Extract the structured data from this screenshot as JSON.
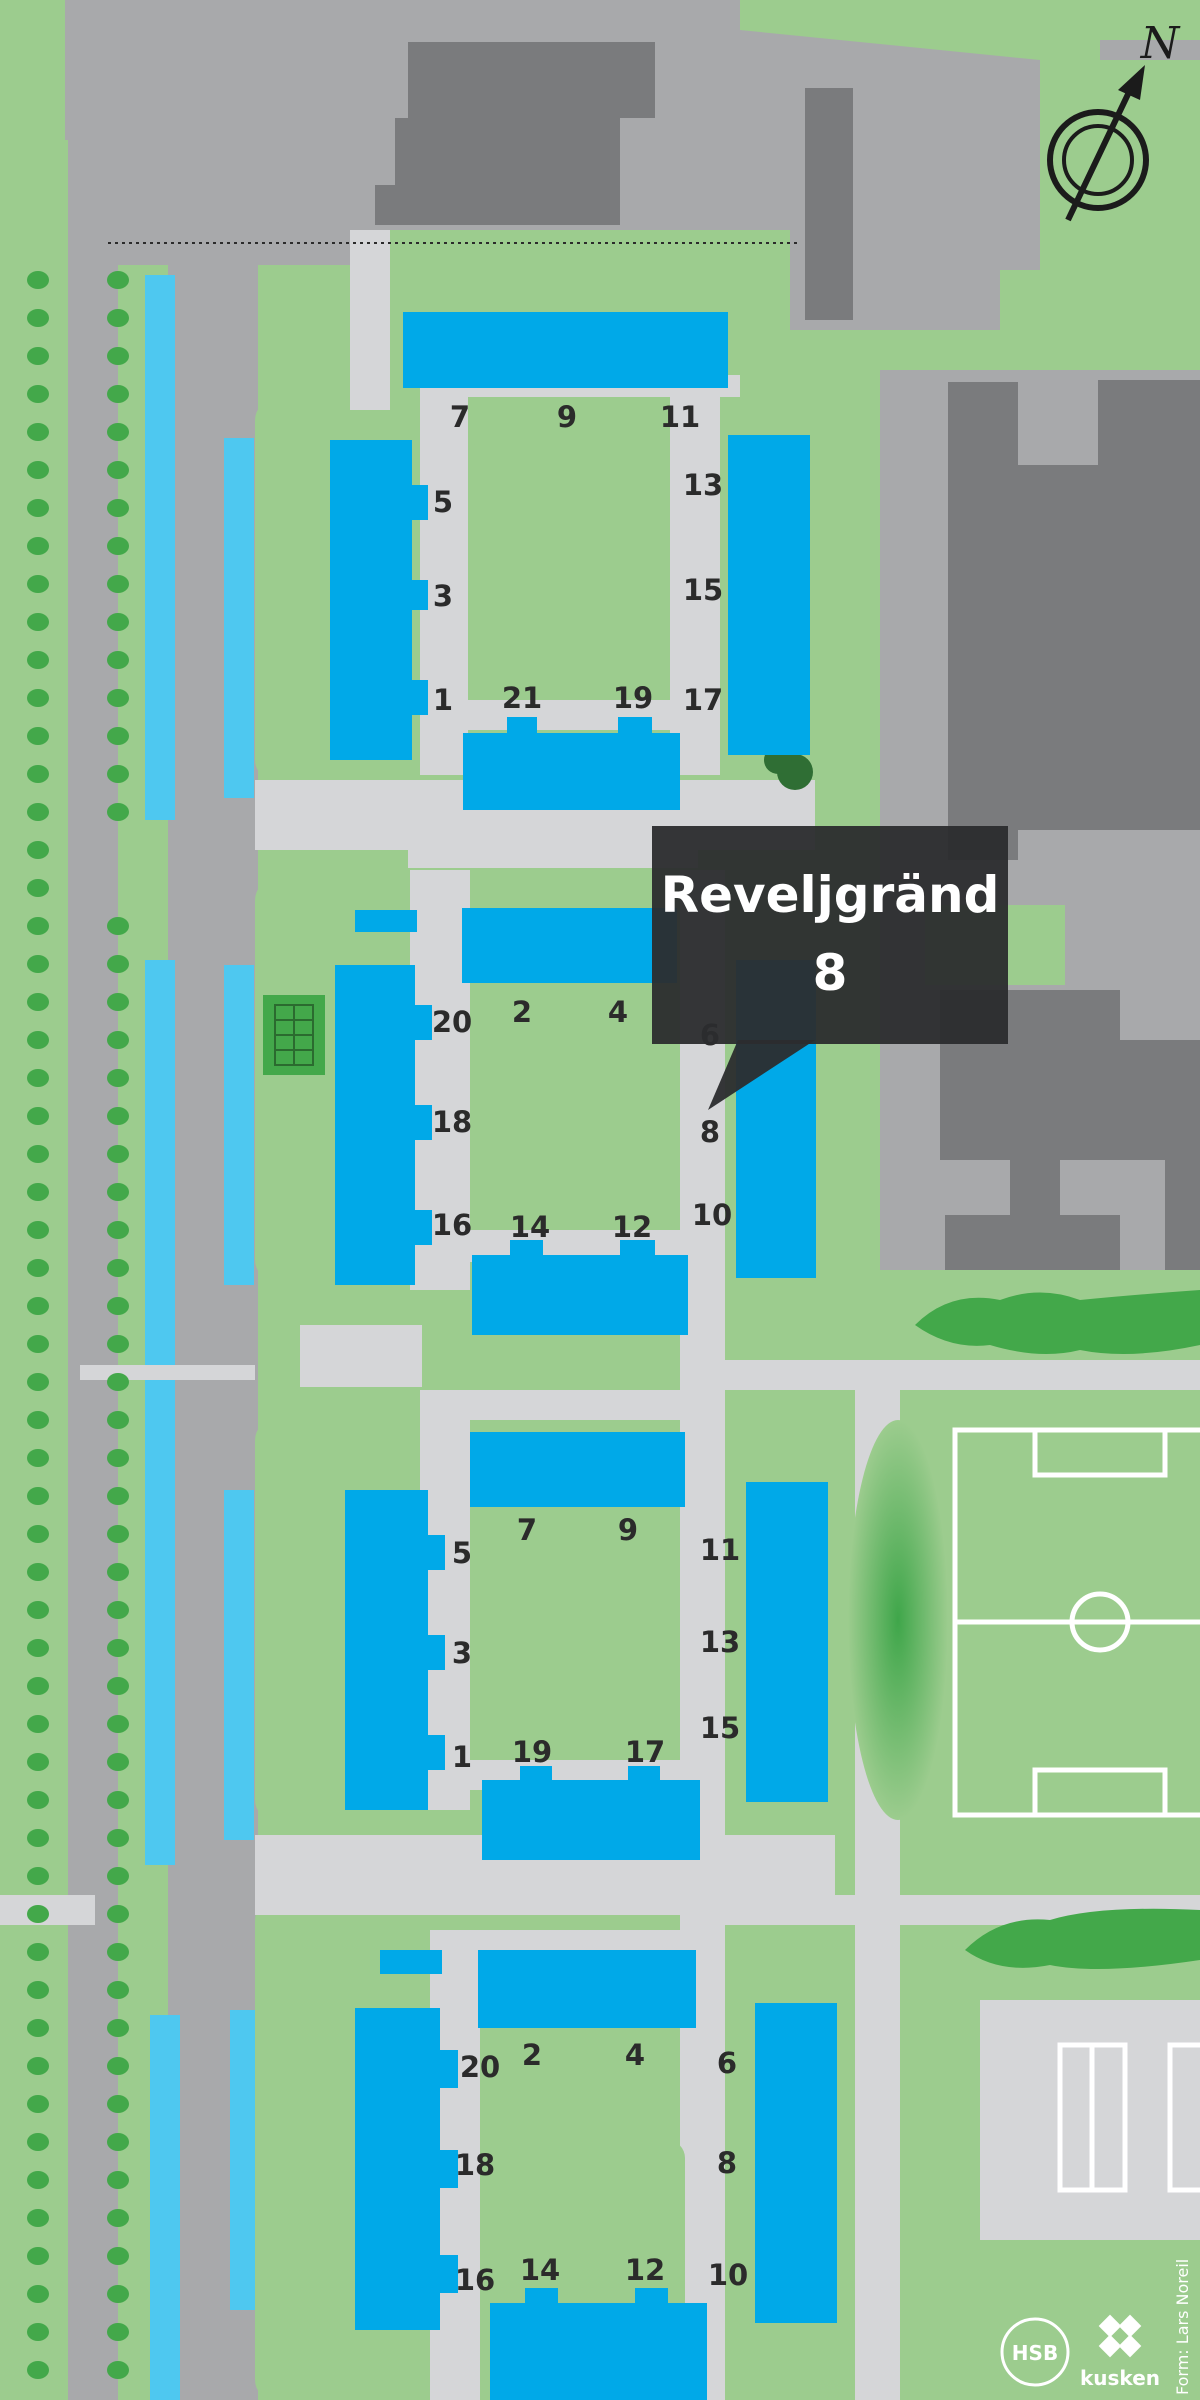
{
  "callout": {
    "street": "Reveljgränd",
    "number": "8"
  },
  "credit": "Form: Lars Noreil",
  "north_label": "N",
  "logos": {
    "hsb": "HSB",
    "kusken": "kusken"
  },
  "colors": {
    "grass": "#9ccc8e",
    "road": "#d5d6d8",
    "dark_building": "#7a7b7d",
    "building": "#00a9e8",
    "carport": "#4ec8f0",
    "tree": "#43a84a",
    "callout": "#2b2c2e"
  },
  "labels": {
    "b1": [
      "7",
      "9",
      "11",
      "13",
      "15",
      "17",
      "5",
      "3",
      "1",
      "21",
      "19"
    ],
    "b2": [
      "2",
      "4",
      "6",
      "8",
      "10",
      "12",
      "14",
      "16",
      "18",
      "20"
    ],
    "b3": [
      "7",
      "9",
      "11",
      "13",
      "15",
      "5",
      "3",
      "1",
      "19",
      "17"
    ],
    "b4": [
      "2",
      "4",
      "6",
      "8",
      "10",
      "12",
      "14",
      "16",
      "18",
      "20"
    ]
  }
}
